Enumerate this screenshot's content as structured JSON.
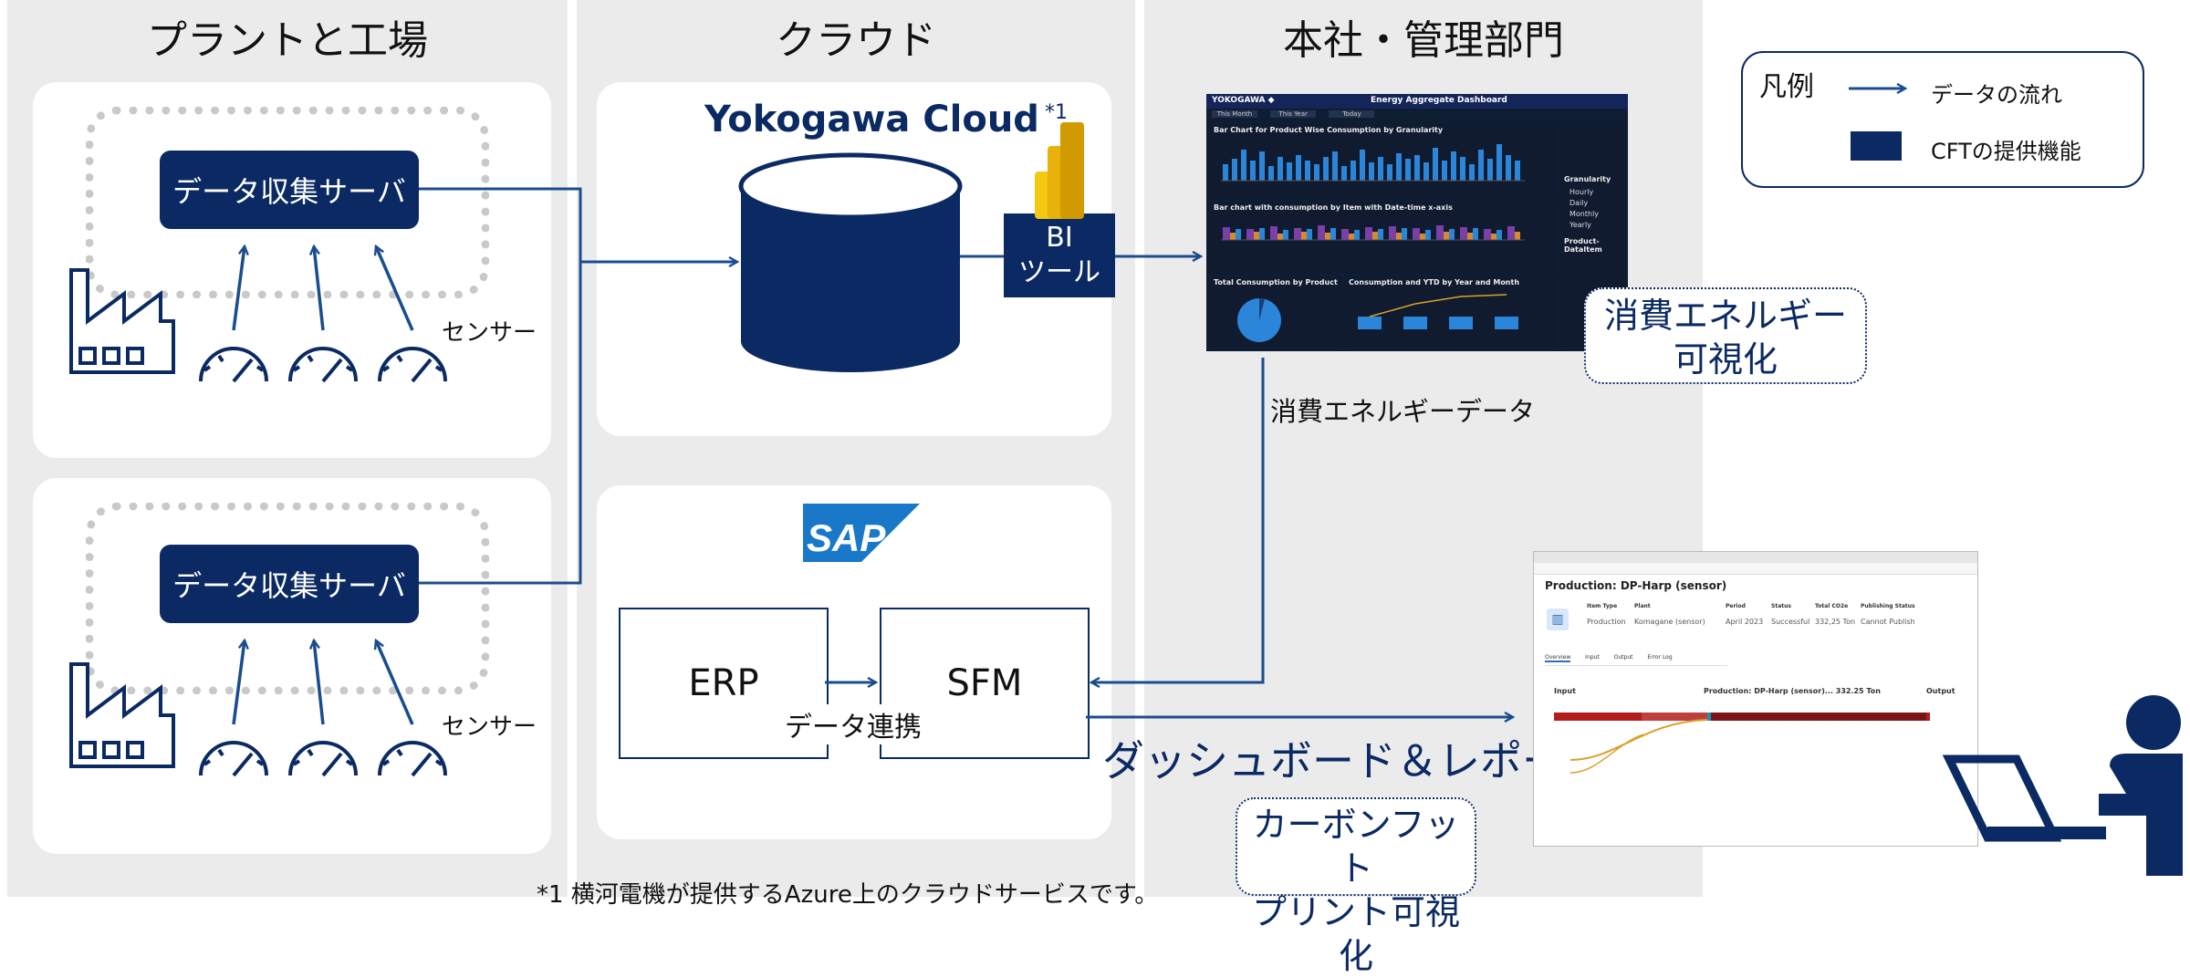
{
  "columns": {
    "plant": "プラントと工場",
    "cloud": "クラウド",
    "hq": "本社・管理部門"
  },
  "plant": {
    "server_label": "データ収集サーバ",
    "sensor_label": "センサー"
  },
  "cloud": {
    "brand": "Yokogawa Cloud",
    "brand_note": "*1",
    "datalake": "データレイク",
    "bi_line1": "BI",
    "bi_line2": "ツール",
    "sap_logo": "SAP",
    "erp": "ERP",
    "sfm": "SFM",
    "data_link": "データ連携"
  },
  "hq": {
    "energy_data": "消費エネルギーデータ",
    "dashboard_report": "ダッシュボード＆レポート",
    "callout_energy_1": "消費エネルギー",
    "callout_energy_2": "可視化",
    "callout_carbon_1": "カーボンフット",
    "callout_carbon_2": "プリント可視化"
  },
  "legend": {
    "title": "凡例",
    "flow": "データの流れ",
    "cft": "CFTの提供機能"
  },
  "footnote": "*1 横河電機が提供するAzure上のクラウドサービスです。",
  "energy_dashboard": {
    "logo": "YOKOGAWA ◆",
    "title": "Energy Aggregate Dashboard",
    "tabs": [
      "This Month",
      "This Year",
      "Today"
    ],
    "panel1": "Bar Chart for Product Wise Consumption by Granularity",
    "panel2": "Bar chart with consumption by Item with Date-time x-axis",
    "panel3": "Total Consumption by Product",
    "panel4": "Consumption and YTD by Year and Month",
    "side_granularity": "Granularity",
    "side_items": [
      "Hourly",
      "Daily",
      "Monthly",
      "Yearly"
    ],
    "side_product": "Product-DataItem"
  },
  "carbon_report": {
    "title": "Production: DP-Harp (sensor)",
    "headers": [
      "Item Type",
      "Plant",
      "Period",
      "Status",
      "Total CO2e",
      "Publishing Status"
    ],
    "values": [
      "Production",
      "Komagane (sensor)",
      "April 2023",
      "Successful",
      "332,25 Ton",
      "Cannot Publish"
    ],
    "tabs": [
      "Overview",
      "Input",
      "Output",
      "Error Log"
    ],
    "flow_title": "Production: DP-Harp (sensor)... 332.25 Ton",
    "input_label": "Input",
    "output_label": "Output"
  },
  "colors": {
    "navy": "#0b2a63",
    "column_bg": "#ebebeb",
    "arrow": "#1a4d8f"
  }
}
